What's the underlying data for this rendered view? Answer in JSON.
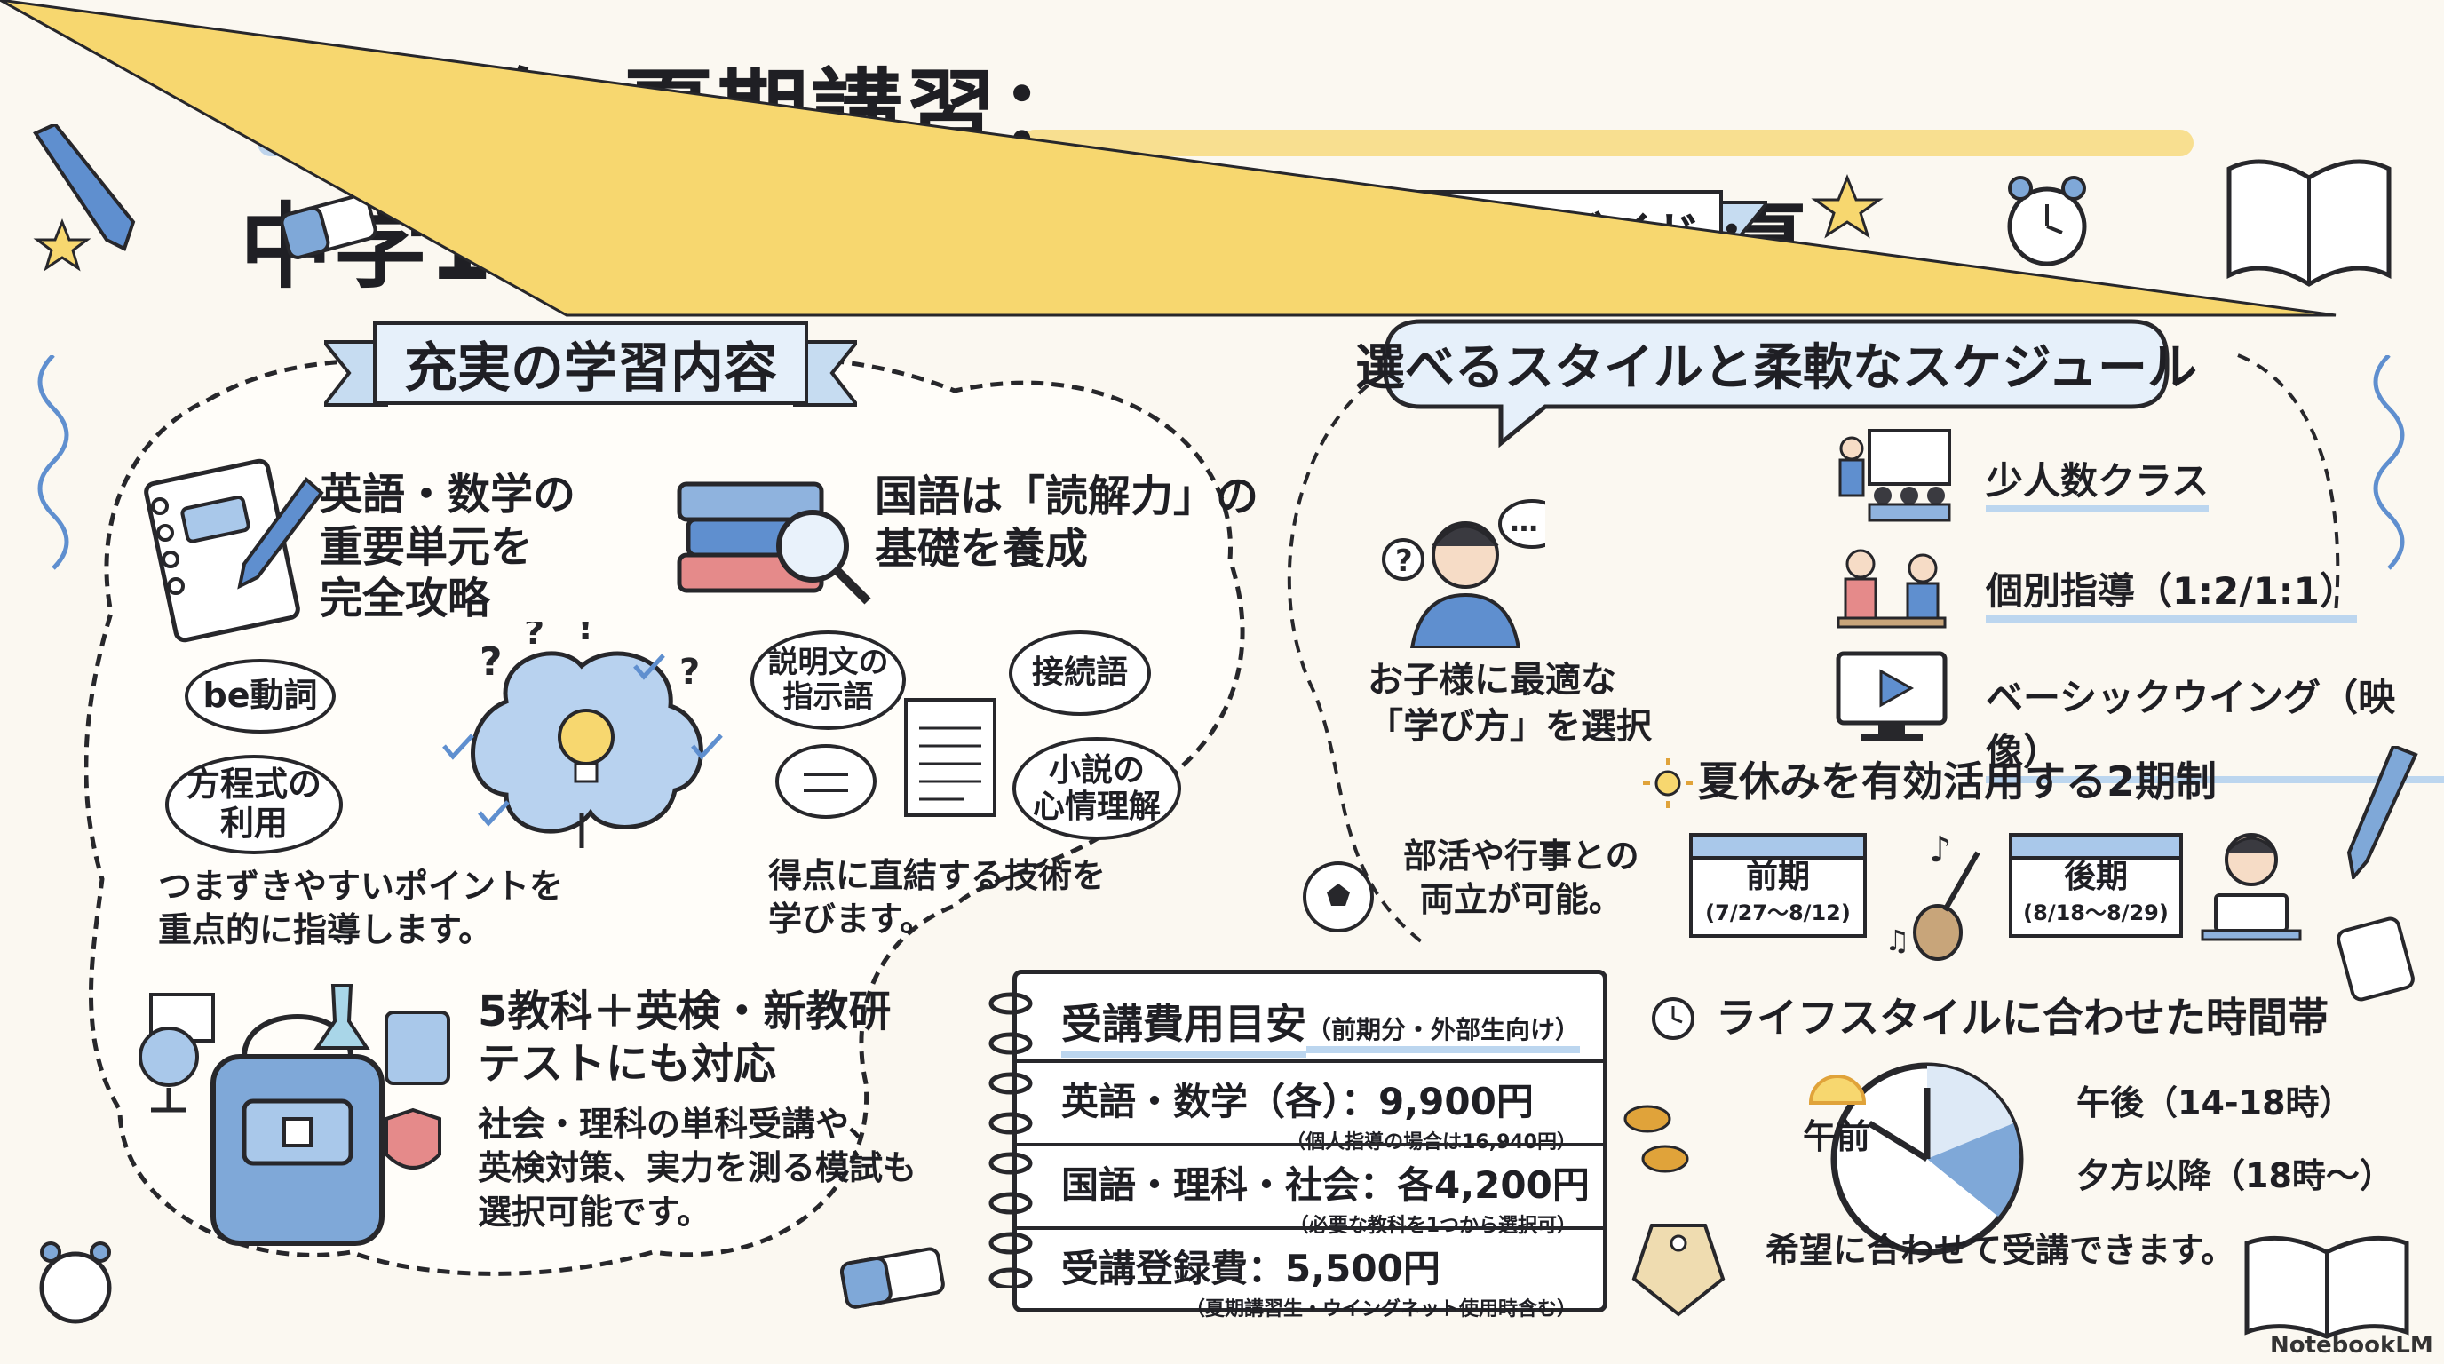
{
  "title": {
    "part1": "令和8年 夏期講習：",
    "part2": "中学1年生の「できる！」を伸ばす夏"
  },
  "subtitle": "学習習慣と成績向上へ！充実の夏休みガイド",
  "content": {
    "banner": "充実の学習内容",
    "english_math": {
      "heading": [
        "英語・数学の",
        "重要単元を",
        "完全攻略"
      ],
      "bubbles": [
        "be動詞",
        "方程式の",
        "利用"
      ],
      "note": [
        "つまずきやすいポイントを",
        "重点的に指導します。"
      ]
    },
    "japanese": {
      "heading": [
        "国語は「読解力」の",
        "基礎を養成"
      ],
      "bubbles": [
        "説明文の",
        "指示語",
        "接続語",
        "小説の",
        "心情理解"
      ],
      "note": [
        "得点に直結する技術を",
        "学びます。"
      ]
    },
    "five_subjects": {
      "heading": [
        "5教科＋英検・新教研",
        "テストにも対応"
      ],
      "note": [
        "社会・理科の単科受講や、",
        "英検対策、実力を測る模試も",
        "選択可能です。"
      ]
    }
  },
  "fees": {
    "title": "受講費用目安",
    "title_note": "（前期分・外部生向け）",
    "rows": [
      {
        "label": "英語・数学（各）：9,900円",
        "note": "（個人指導の場合は16,940円）"
      },
      {
        "label": "国語・理科・社会：各4,200円",
        "note": "（必要な教科を1つから選択可）"
      },
      {
        "label": "受講登録費：5,500円",
        "note": "（夏期講習生・ウイングネット使用時含む）"
      }
    ]
  },
  "style": {
    "banner": "選べるスタイルと柔軟なスケジュール",
    "child_caption": [
      "お子様に最適な",
      "「学び方」を選択"
    ],
    "options": [
      "少人数クラス",
      "個別指導（1:2/1:1）",
      "ベーシックウイング（映像）"
    ]
  },
  "terms": {
    "heading": "夏休みを有効活用する2期制",
    "club_note": [
      "部活や行事との",
      "両立が可能。"
    ],
    "first": {
      "name": "前期",
      "dates": "(7/27～8/12)"
    },
    "second": {
      "name": "後期",
      "dates": "(8/18～8/29)"
    }
  },
  "time": {
    "heading": "ライフスタイルに合わせた時間帯",
    "morning": "午前",
    "afternoon": "午後（14-18時）",
    "evening": "夕方以降（18時～）",
    "note": "希望に合わせて受講できます。"
  },
  "brand": "NotebookLM",
  "colors": {
    "blue": "#5f8fcf",
    "light_blue": "#a9c8ea",
    "yellow": "#f7d76f",
    "ink": "#27272b"
  }
}
